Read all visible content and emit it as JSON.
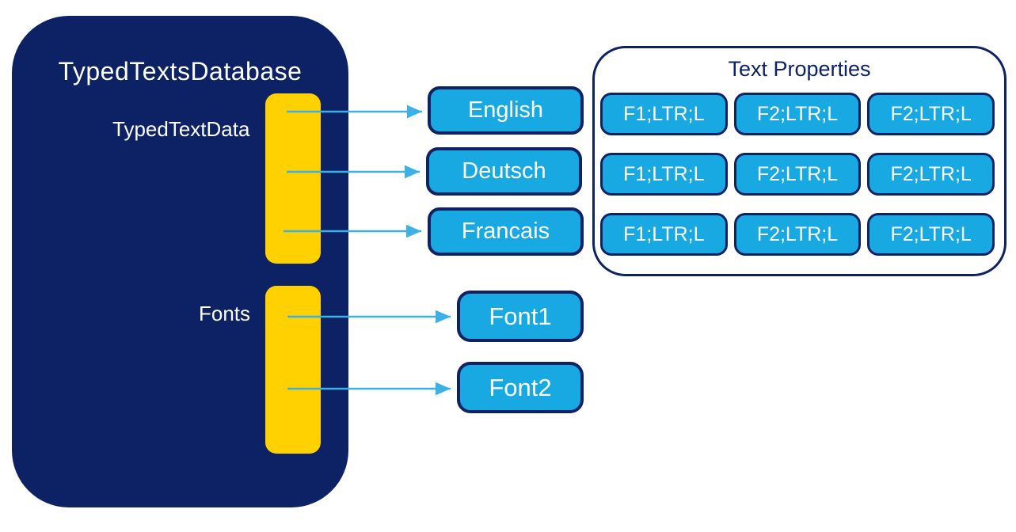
{
  "colors": {
    "navy": "#0C2264",
    "yellow": "#FFD100",
    "cyan": "#18A8E2",
    "arrow": "#3BB1E8",
    "white": "#FFFFFF"
  },
  "database": {
    "title": "TypedTextsDatabase",
    "sections": [
      {
        "label": "TypedTextData"
      },
      {
        "label": "Fonts"
      }
    ]
  },
  "language_nodes": [
    {
      "label": "English"
    },
    {
      "label": "Deutsch"
    },
    {
      "label": "Francais"
    }
  ],
  "font_nodes": [
    {
      "label": "Font1"
    },
    {
      "label": "Font2"
    }
  ],
  "text_properties": {
    "title": "Text Properties",
    "grid": [
      [
        "F1;LTR;L",
        "F2;LTR;L",
        "F2;LTR;L"
      ],
      [
        "F1;LTR;L",
        "F2;LTR;L",
        "F2;LTR;L"
      ],
      [
        "F1;LTR;L",
        "F2;LTR;L",
        "F2;LTR;L"
      ]
    ]
  },
  "connections": [
    {
      "from": "TypedTextData",
      "to": "English"
    },
    {
      "from": "TypedTextData",
      "to": "Deutsch"
    },
    {
      "from": "TypedTextData",
      "to": "Francais"
    },
    {
      "from": "Fonts",
      "to": "Font1"
    },
    {
      "from": "Fonts",
      "to": "Font2"
    }
  ]
}
